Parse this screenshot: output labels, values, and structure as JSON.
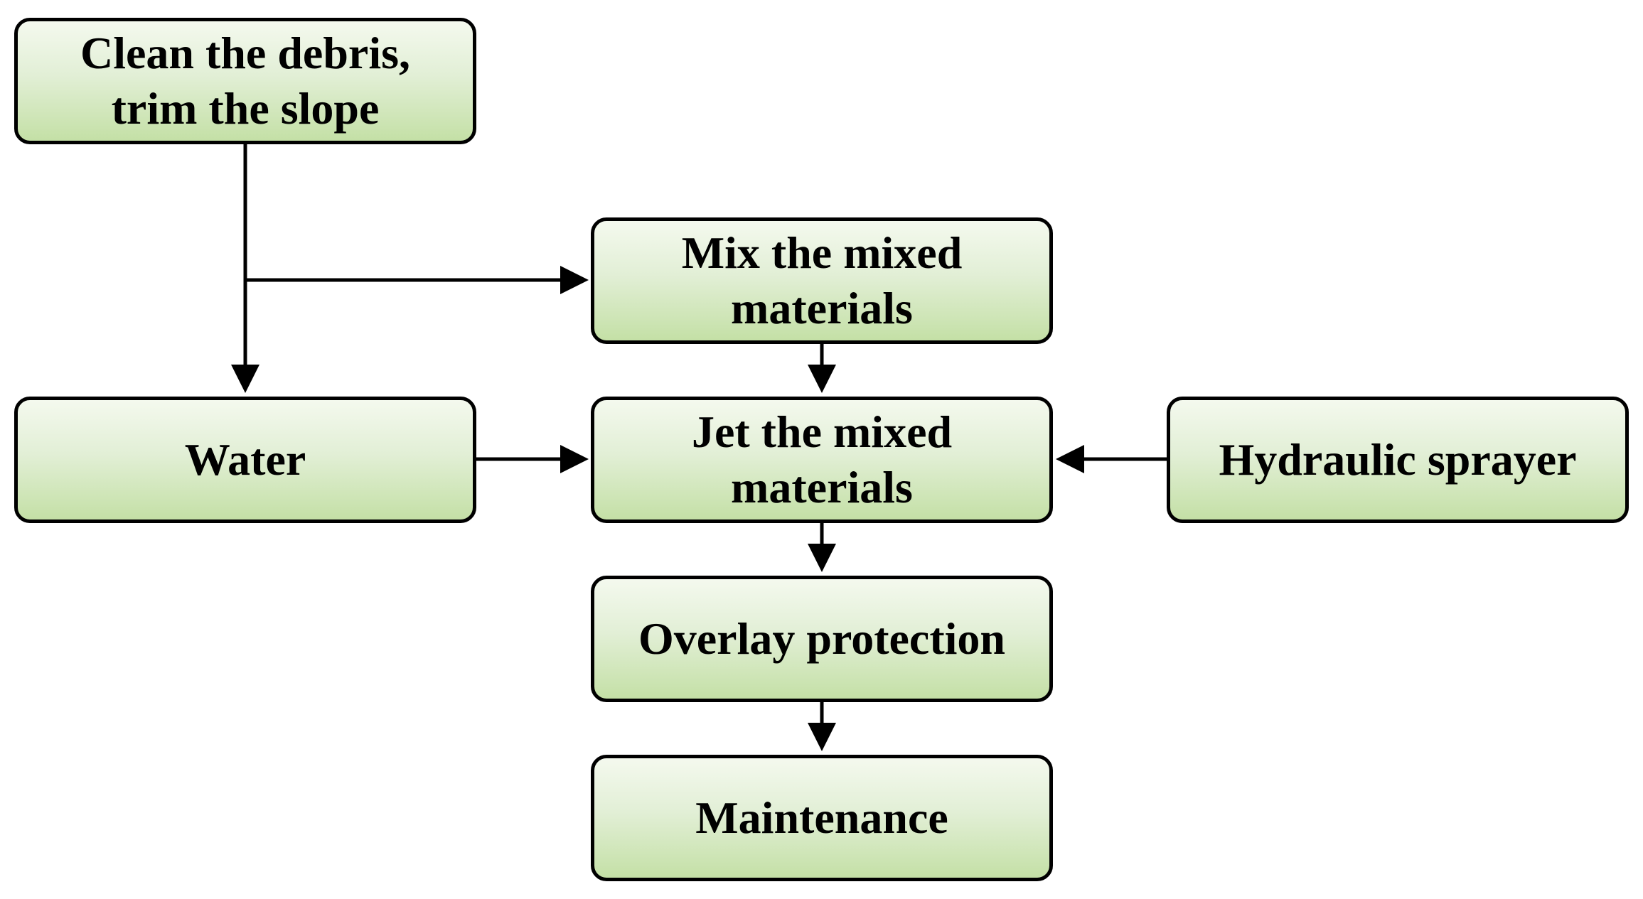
{
  "diagram": {
    "type": "flowchart",
    "colors": {
      "box_fill_top": "#f4f9ee",
      "box_fill_bottom": "#c4e0a6",
      "box_border": "#000000",
      "connector": "#000000",
      "text": "#000000"
    },
    "nodes": {
      "clean": {
        "label": "Clean the debris,\ntrim the slope"
      },
      "mix": {
        "label": "Mix the mixed\nmaterials"
      },
      "water": {
        "label": "Water"
      },
      "jet": {
        "label": "Jet the mixed\nmaterials"
      },
      "sprayer": {
        "label": "Hydraulic sprayer"
      },
      "overlay": {
        "label": "Overlay protection"
      },
      "maintenance": {
        "label": "Maintenance"
      }
    },
    "edges": [
      {
        "from": "clean",
        "to": "mix"
      },
      {
        "from": "clean",
        "to": "water"
      },
      {
        "from": "mix",
        "to": "jet"
      },
      {
        "from": "water",
        "to": "jet"
      },
      {
        "from": "sprayer",
        "to": "jet"
      },
      {
        "from": "jet",
        "to": "overlay"
      },
      {
        "from": "overlay",
        "to": "maintenance"
      }
    ]
  }
}
